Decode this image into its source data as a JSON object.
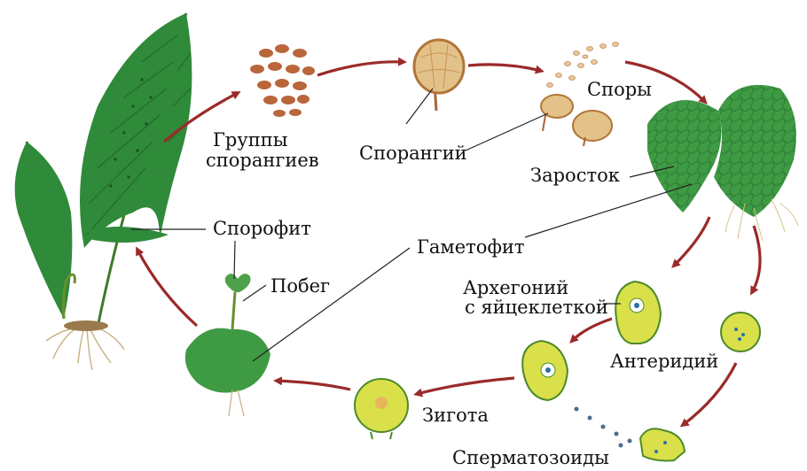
{
  "labels": {
    "sporangia_groups_line1": "Группы",
    "sporangia_groups_line2": "спорангиев",
    "sporangium": "Спорангий",
    "spores": "Споры",
    "prothallus": "Заросток",
    "sporophyte": "Спорофит",
    "gametophyte": "Гаметофит",
    "shoot": "Побег",
    "archegonium_line1": "Архегоний",
    "archegonium_line2": "с яйцеклеткой",
    "antheridium": "Антеридий",
    "zygote": "Зигота",
    "spermatozoids": "Сперматозоиды"
  },
  "colors": {
    "arrow": "#9b2a2a",
    "frond": "#2f8a3a",
    "prothallus": "#3f9a44",
    "cell_fill": "#d9e04a",
    "cell_outline": "#4d8a2b",
    "sporangia": "#b8663a",
    "spore": "#e7c79a",
    "root": "#c8b084"
  }
}
